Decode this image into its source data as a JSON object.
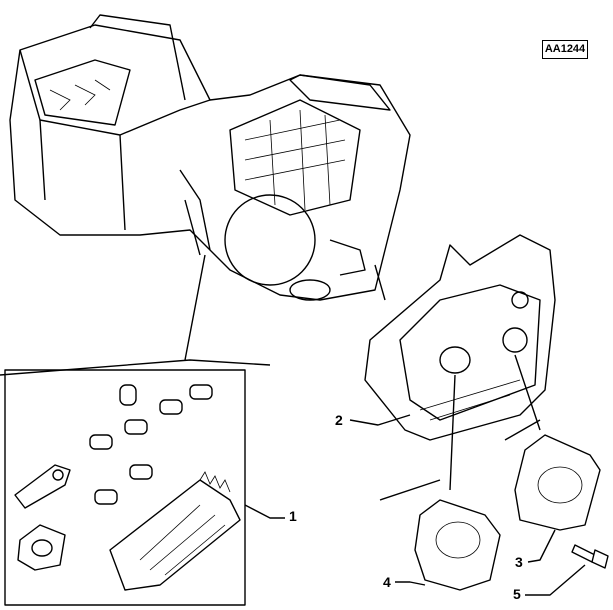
{
  "reference_code": "AA1244",
  "callouts": [
    {
      "id": "1",
      "label": "1"
    },
    {
      "id": "2",
      "label": "2"
    },
    {
      "id": "3",
      "label": "3"
    },
    {
      "id": "4",
      "label": "4"
    },
    {
      "id": "5",
      "label": "5"
    }
  ]
}
